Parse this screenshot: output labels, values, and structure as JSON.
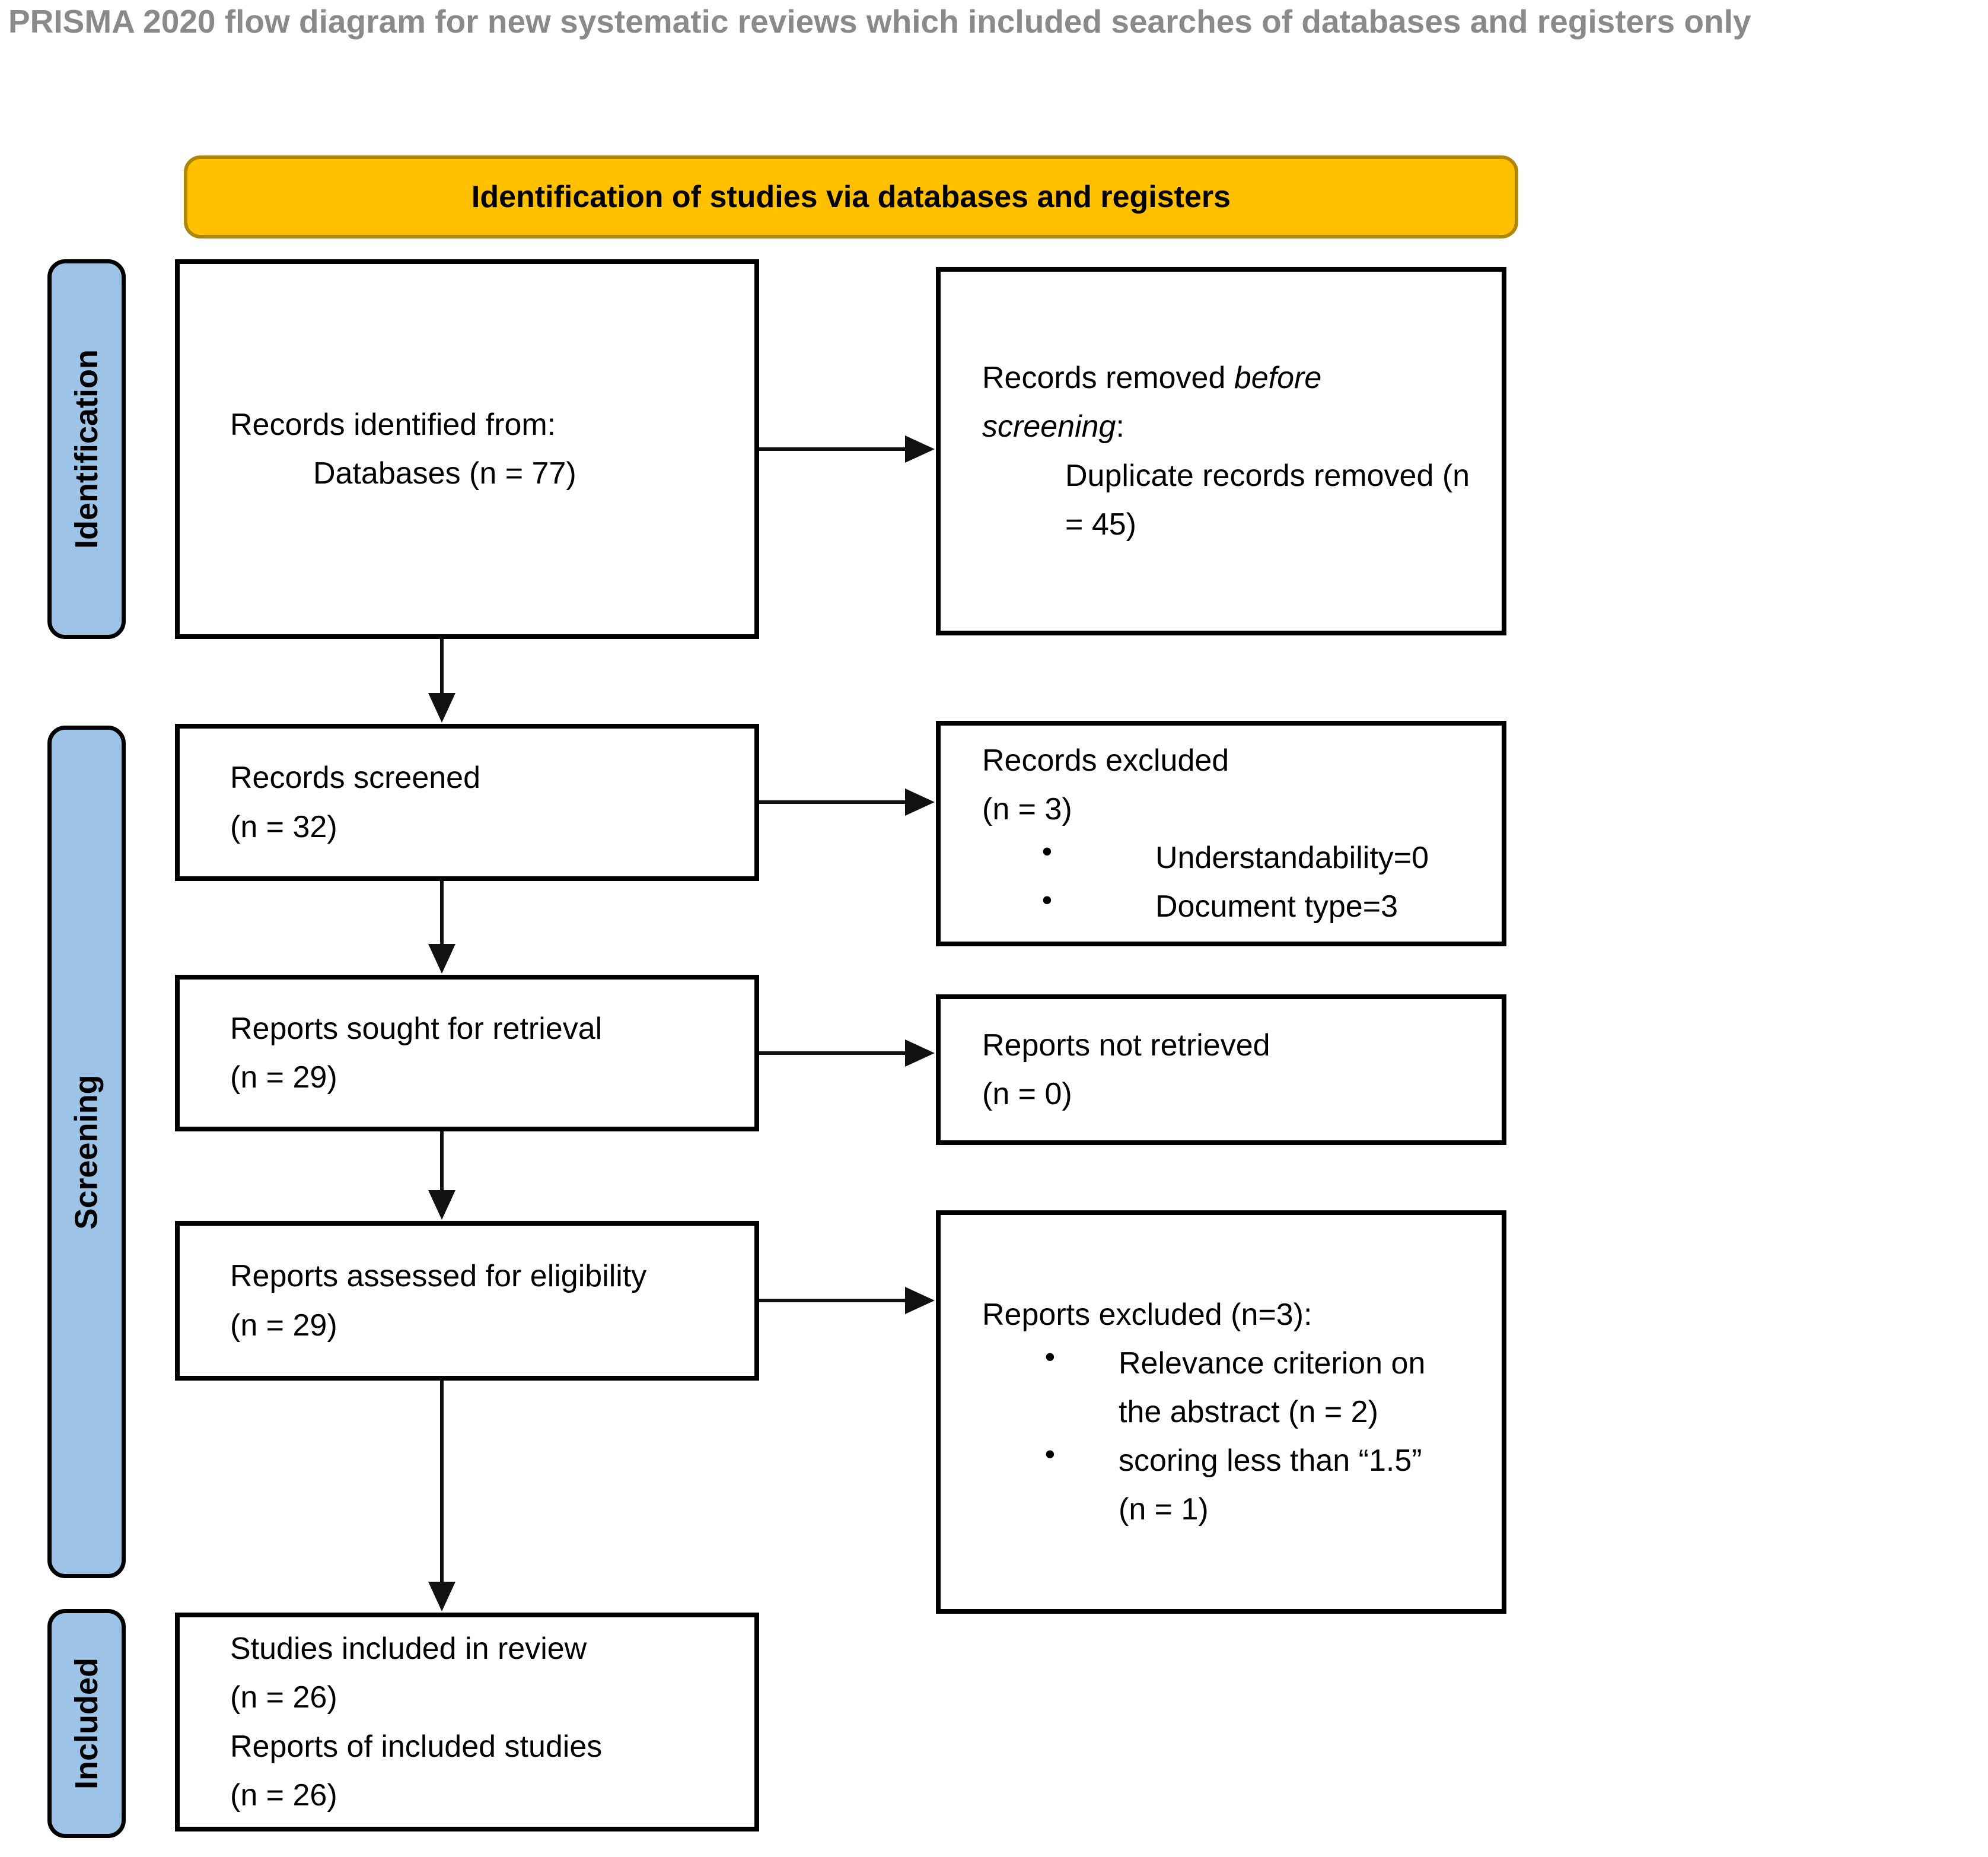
{
  "title": "PRISMA 2020 flow diagram for new systematic reviews which included searches of databases and registers only",
  "colors": {
    "banner_bg": "#FFC000",
    "banner_border": "#B08600",
    "stage_bg": "#9DC4E6",
    "box_border": "#000000",
    "title_gray": "#8A8A8A",
    "arrow": "#111111"
  },
  "banner": {
    "label": "Identification of studies via databases and registers"
  },
  "sidebar": {
    "stages": [
      {
        "label": "Identification"
      },
      {
        "label": "Screening"
      },
      {
        "label": "Included"
      }
    ]
  },
  "boxes": {
    "identified": {
      "line1": "Records identified from:",
      "line2": "Databases (n = 77)"
    },
    "removed": {
      "l1_normal": "Records removed ",
      "l1_italic": "before",
      "l2_italic": "screening",
      "l2_suffix": ":",
      "indent_line": "Duplicate records removed (n = 45)"
    },
    "screened": {
      "line1": "Records screened",
      "line2": "(n = 32)"
    },
    "records_excluded": {
      "line1": "Records excluded",
      "line2": "(n = 3)",
      "bullets": [
        "Understandability=0",
        "Document type=3"
      ]
    },
    "sought": {
      "line1": "Reports sought for retrieval",
      "line2": "(n = 29)"
    },
    "not_retrieved": {
      "line1": "Reports not retrieved",
      "line2": "(n = 0)"
    },
    "assessed": {
      "line1": "Reports assessed for eligibility",
      "line2": "(n = 29)"
    },
    "reports_excluded": {
      "line1": "Reports excluded (n=3):",
      "bullets": [
        "Relevance criterion on the abstract (n = 2)",
        "scoring less than “1.5” (n = 1)"
      ]
    },
    "included": {
      "lines": [
        "Studies included in review",
        "(n = 26)",
        "Reports of included studies",
        "(n = 26)"
      ]
    }
  }
}
